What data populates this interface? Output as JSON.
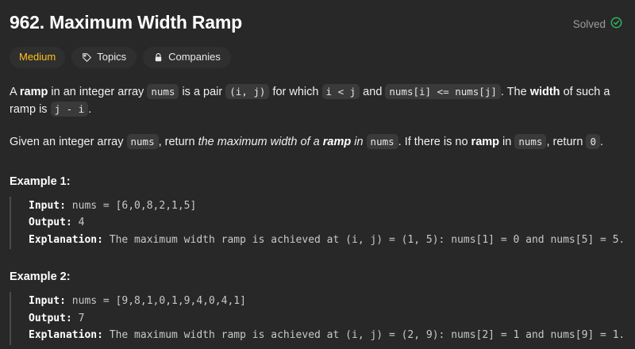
{
  "header": {
    "title": "962. Maximum Width Ramp",
    "status_label": "Solved",
    "status_icon": "check-circle-icon",
    "status_color": "#2db55d"
  },
  "tags": [
    {
      "label": "Medium",
      "icon": null,
      "name": "difficulty-pill",
      "color": "#ffc01e"
    },
    {
      "label": "Topics",
      "icon": "tag-icon",
      "name": "topics-pill"
    },
    {
      "label": "Companies",
      "icon": "lock-icon",
      "name": "companies-pill"
    }
  ],
  "description": {
    "p1": {
      "t1": "A ",
      "b1": "ramp",
      "t2": " in an integer array ",
      "c1": "nums",
      "t3": " is a pair ",
      "c2": "(i, j)",
      "t4": " for which ",
      "c3": "i < j",
      "t5": " and ",
      "c4": "nums[i] <= nums[j]",
      "t6": ". The ",
      "b2": "width",
      "t7": " of such a ramp is ",
      "c5": "j - i",
      "t8": "."
    },
    "p2": {
      "t1": "Given an integer array ",
      "c1": "nums",
      "t2": ", return ",
      "i1": "the maximum width of a ",
      "i1b": "ramp",
      "i2": " in ",
      "c2": "nums",
      "t3": ". If there is no ",
      "b1": "ramp",
      "t4": " in ",
      "c3": "nums",
      "t5": ", return ",
      "c4": "0",
      "t6": "."
    }
  },
  "examples": [
    {
      "heading": "Example 1:",
      "input_label": "Input:",
      "input_value": " nums = [6,0,8,2,1,5]",
      "output_label": "Output:",
      "output_value": " 4",
      "explanation_label": "Explanation:",
      "explanation_value": " The maximum width ramp is achieved at (i, j) = (1, 5): nums[1] = 0 and nums[5] = 5."
    },
    {
      "heading": "Example 2:",
      "input_label": "Input:",
      "input_value": " nums = [9,8,1,0,1,9,4,0,4,1]",
      "output_label": "Output:",
      "output_value": " 7",
      "explanation_label": "Explanation:",
      "explanation_value": " The maximum width ramp is achieved at (i, j) = (2, 9): nums[2] = 1 and nums[9] = 1."
    }
  ]
}
